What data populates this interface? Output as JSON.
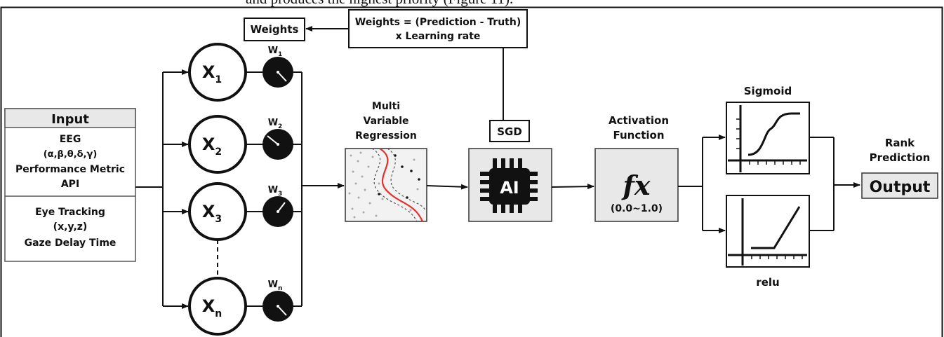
{
  "caption_fragment": "and produces the highest priority (Figure 11).",
  "weights_box": "Weights",
  "formula": {
    "line1": "Weights = (Prediction - Truth)",
    "line2": "x Learning rate"
  },
  "input": {
    "header": "Input",
    "eeg_title": "EEG",
    "eeg_bands": "(α,β,θ,δ,γ)",
    "perf1": "Performance Metric",
    "perf2": "API",
    "eye1": "Eye Tracking",
    "eye2": "(x,y,z)",
    "eye3": "Gaze Delay Time"
  },
  "nodes": [
    {
      "base": "X",
      "sub": "1"
    },
    {
      "base": "X",
      "sub": "2"
    },
    {
      "base": "X",
      "sub": "3"
    },
    {
      "base": "X",
      "sub": "n"
    }
  ],
  "weights": [
    {
      "base": "W",
      "sub": "1"
    },
    {
      "base": "W",
      "sub": "2"
    },
    {
      "base": "W",
      "sub": "3"
    },
    {
      "base": "W",
      "sub": "n"
    }
  ],
  "regression": {
    "line1": "Multi",
    "line2": "Variable",
    "line3": "Regression"
  },
  "sgd": "SGD",
  "ai_chip": "AI",
  "activation": {
    "line1": "Activation",
    "line2": "Function",
    "symbol": "fx",
    "range": "(0.0~1.0)"
  },
  "sigmoid": "Sigmoid",
  "relu": "relu",
  "rank": {
    "line1": "Rank",
    "line2": "Prediction"
  },
  "output": "Output"
}
